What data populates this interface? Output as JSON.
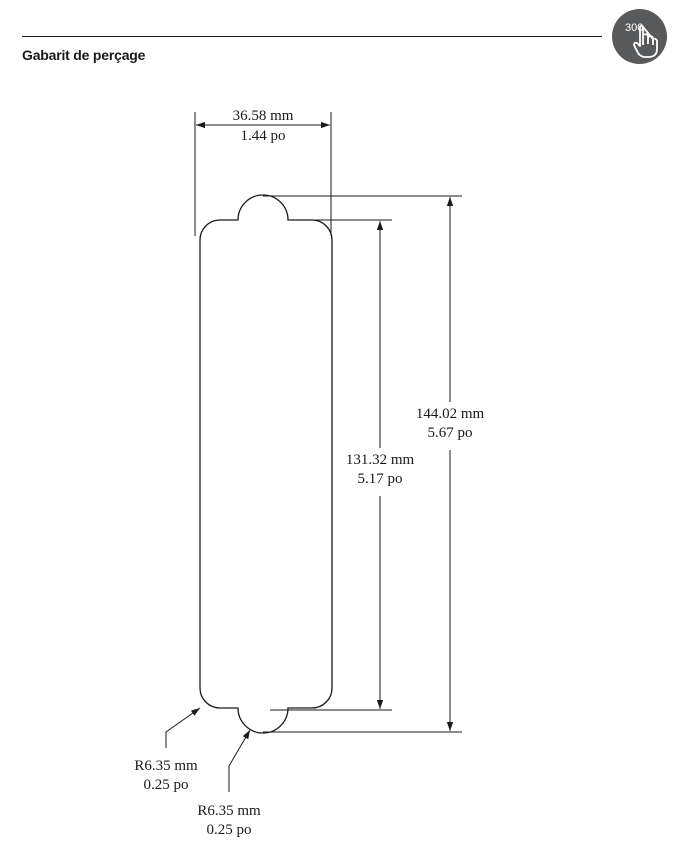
{
  "header": {
    "title": "Gabarit de perçage",
    "logo_text": "300",
    "logo_icon": "hand-pointer-icon"
  },
  "dimensions": {
    "width": {
      "mm": "36.58 mm",
      "in": "1.44 po"
    },
    "outer_height": {
      "mm": "144.02 mm",
      "in": "5.67 po"
    },
    "inner_height": {
      "mm": "131.32 mm",
      "in": "5.17 po"
    },
    "radius_corner": {
      "mm": "R6.35 mm",
      "in": "0.25 po"
    },
    "radius_lobe": {
      "mm": "R6.35 mm",
      "in": "0.25 po"
    }
  },
  "colors": {
    "line": "#1a1a1a",
    "logo_bg": "#58595b",
    "logo_fg": "#ffffff"
  }
}
